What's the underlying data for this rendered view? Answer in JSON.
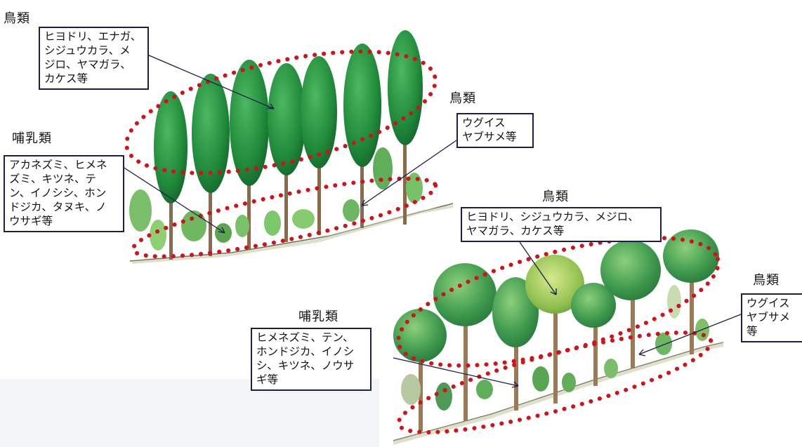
{
  "colors": {
    "dotted_zone": "#d0121b",
    "label_border": "#1d1f4a",
    "pointer": "#1d1f4a"
  },
  "coniferous_forest": {
    "birds_upper": {
      "heading": "鳥類",
      "species_lines": [
        "ヒヨドリ、エナガ、",
        "シジュウカラ、メ",
        "ジロ、ヤマガラ、",
        "カケス等"
      ]
    },
    "birds_lower": {
      "heading": "鳥類",
      "species_lines": [
        "ウグイス",
        "ヤブサメ等"
      ]
    },
    "mammals": {
      "heading": "哺乳類",
      "species_lines": [
        "アカネズミ、ヒメネ",
        "ズミ、キツネ、テ",
        "ン、イノシシ、ホン",
        "ドジカ、タヌキ、ノ",
        "ウサギ等"
      ]
    }
  },
  "broadleaf_forest": {
    "birds_upper": {
      "heading": "鳥類",
      "species_lines": [
        "ヒヨドリ、シジュウカラ、メジロ、",
        "ヤマガラ、カケス等"
      ]
    },
    "birds_lower": {
      "heading": "鳥類",
      "species_lines": [
        "ウグイス",
        "ヤブサメ",
        "等"
      ]
    },
    "mammals": {
      "heading": "哺乳類",
      "species_lines": [
        "ヒメネズミ、テン、",
        "ホンドジカ、イノシ",
        "シ、キツネ、ノウサ",
        "ギ等"
      ]
    }
  }
}
